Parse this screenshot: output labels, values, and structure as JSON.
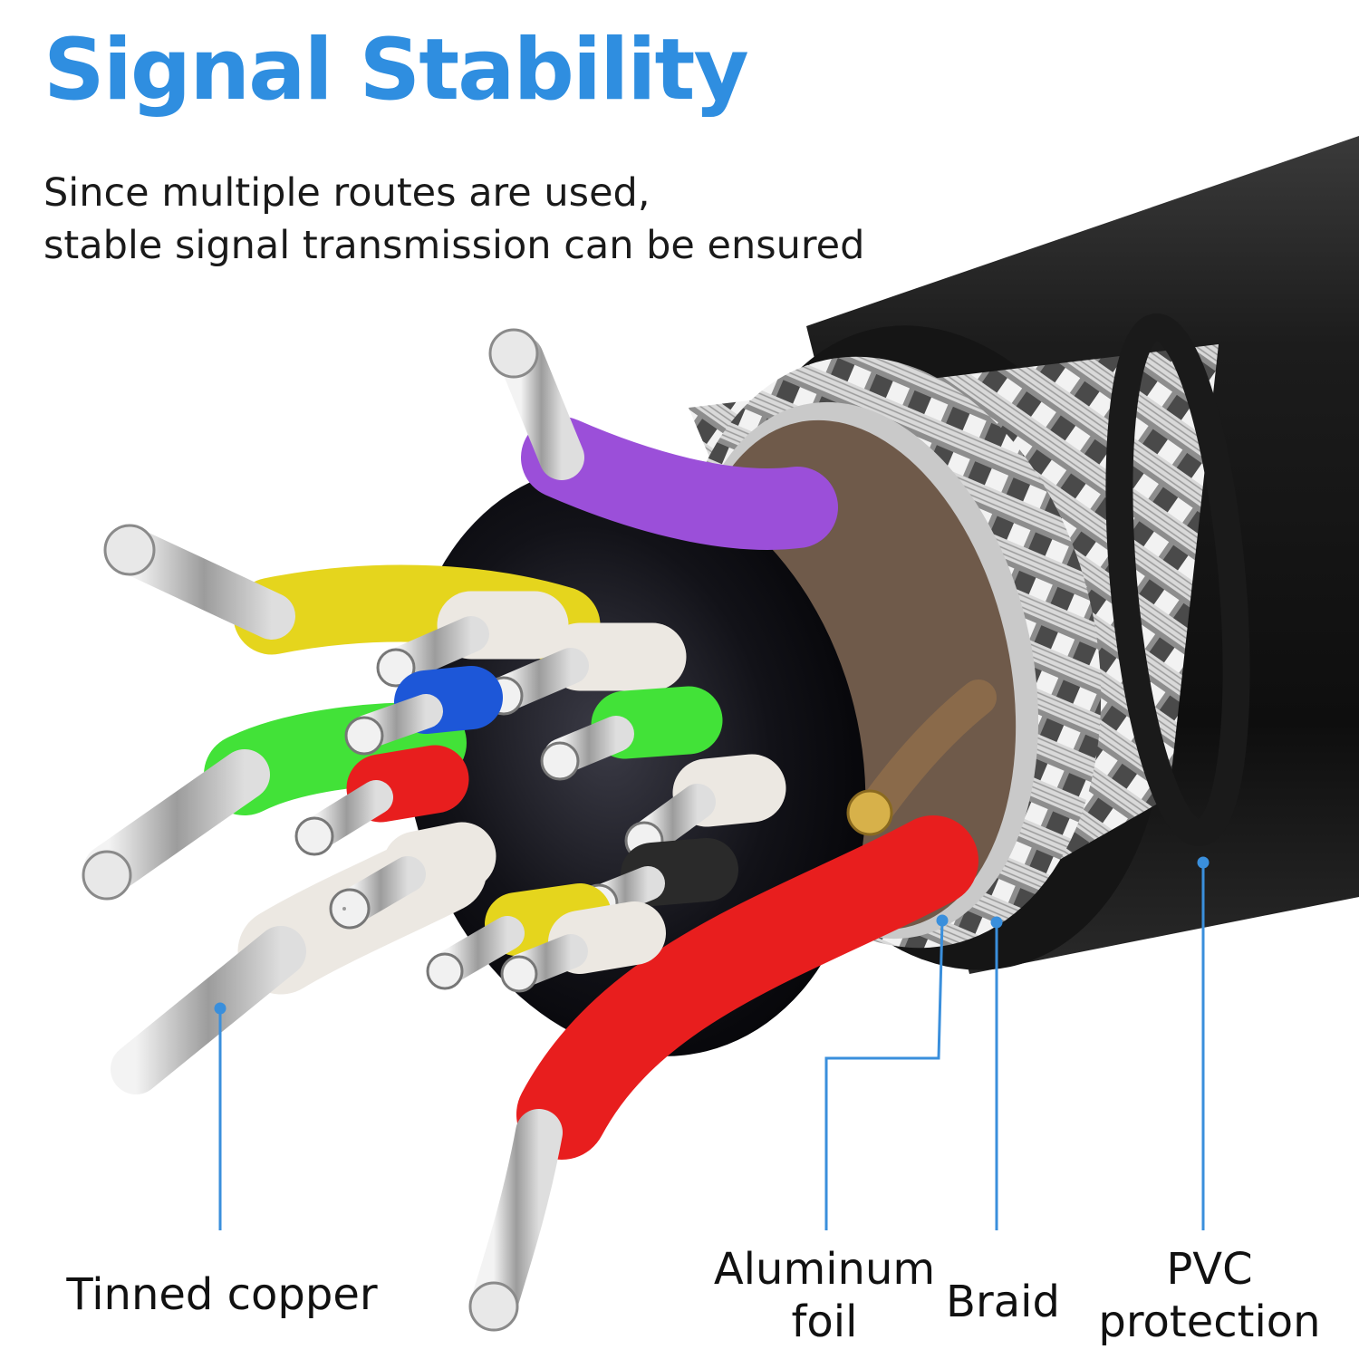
{
  "title": "Signal Stability",
  "subtitle": {
    "line1": "Since multiple routes are used,",
    "line2": "stable signal transmission can be ensured"
  },
  "labels": {
    "tinned_copper": "Tinned copper",
    "aluminum_foil": {
      "line1": "Aluminum",
      "line2": "foil"
    },
    "braid": "Braid",
    "pvc_protection": {
      "line1": "PVC",
      "line2": "protection"
    }
  },
  "colors": {
    "title": "#2f8ee0",
    "leader": "#3a8fdc",
    "jacket": "#111111",
    "purple": "#9b4fd9",
    "yellow": "#e5d51d",
    "green": "#42e238",
    "red": "#e81e1e",
    "blue": "#1d57d8",
    "white": "#ece8e2"
  }
}
